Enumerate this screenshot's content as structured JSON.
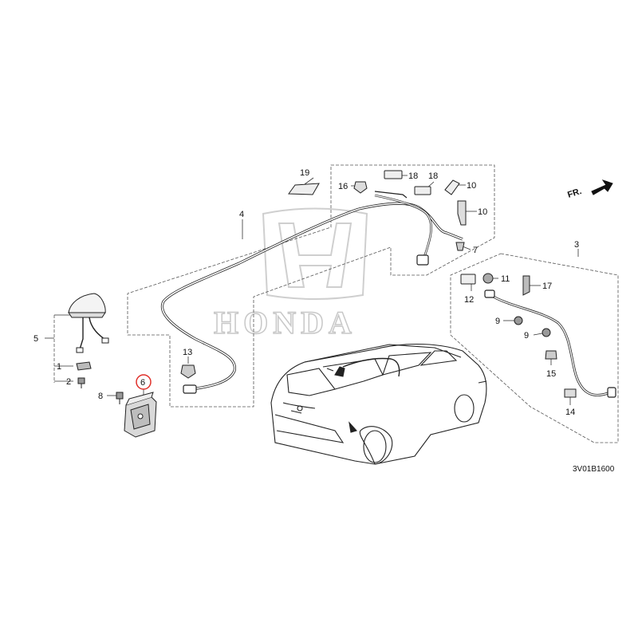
{
  "diagram": {
    "watermark_text": "HONDA",
    "direction_label": "FR.",
    "diagram_code": "3V01B1600",
    "highlighted_part": "6",
    "callouts": {
      "p1": "1",
      "p2": "2",
      "p3": "3",
      "p4": "4",
      "p5": "5",
      "p6": "6",
      "p7": "7",
      "p8": "8",
      "p9a": "9",
      "p9b": "9",
      "p10a": "10",
      "p10b": "10",
      "p11": "11",
      "p12": "12",
      "p13": "13",
      "p14": "14",
      "p15": "15",
      "p16": "16",
      "p17": "17",
      "p18a": "18",
      "p18b": "18",
      "p19": "19"
    },
    "highlight_color": "#e0302a"
  }
}
